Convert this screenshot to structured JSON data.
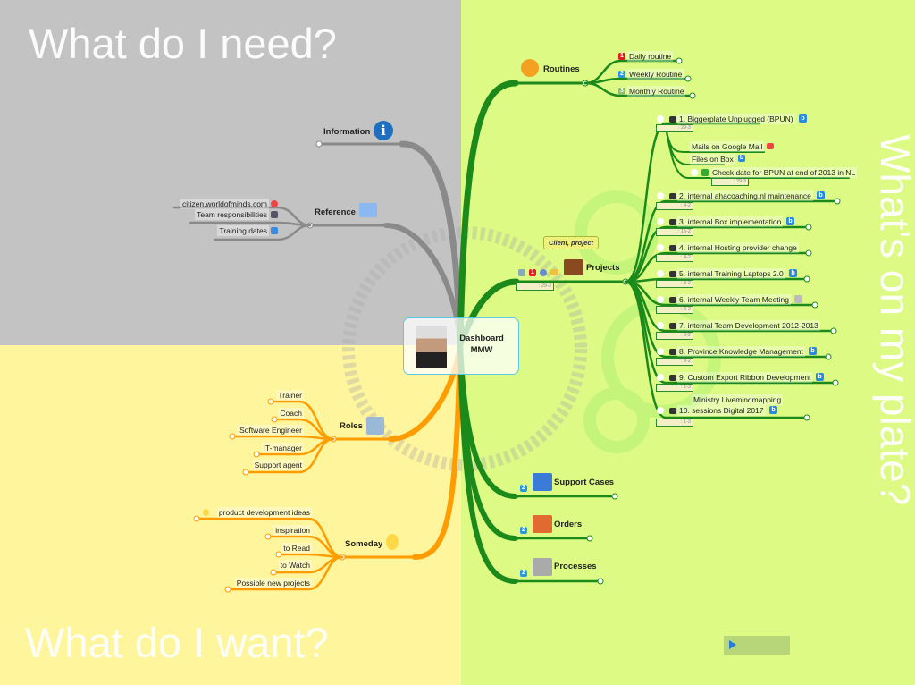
{
  "quadrants": {
    "need": "What do I need?",
    "want": "What do I want?",
    "plate": "What's on my plate?"
  },
  "colors": {
    "need_bg": "#c3c3c3",
    "want_bg": "#fef59c",
    "plate_bg": "#dcfa84",
    "gray_branch": "#8a8a8a",
    "orange_branch": "#ff9c00",
    "green_branch": "#1b8a1b",
    "center_border": "#5cc8e8"
  },
  "center": {
    "title_line1": "Dashboard",
    "title_line2": "MMW"
  },
  "need": {
    "information": {
      "label": "Information",
      "icon": "info-icon"
    },
    "reference": {
      "label": "Reference",
      "icon": "folder-icon",
      "children": [
        {
          "label": "citizen.worldofminds.com",
          "icon": "chrome-icon"
        },
        {
          "label": "Team responsibilities",
          "icon": "document-icon"
        },
        {
          "label": "Training dates",
          "icon": "calendar-icon"
        }
      ]
    }
  },
  "want": {
    "roles": {
      "label": "Roles",
      "icon": "picture-frame-icon",
      "children": [
        {
          "label": "Trainer"
        },
        {
          "label": "Coach"
        },
        {
          "label": "Software Engineer"
        },
        {
          "label": "IT-manager"
        },
        {
          "label": "Support agent"
        }
      ]
    },
    "someday": {
      "label": "Someday",
      "icon": "lightbulb-icon",
      "children": [
        {
          "label": "product development ideas",
          "icon": "lightbulb-icon"
        },
        {
          "label": "inspiration"
        },
        {
          "label": "to Read"
        },
        {
          "label": "to Watch"
        },
        {
          "label": "Possible new projects"
        }
      ]
    }
  },
  "plate": {
    "routines": {
      "label": "Routines",
      "icon": "gear-check-icon",
      "children": [
        {
          "label": "Daily routine",
          "priority": "1",
          "priority_color": "#e02020"
        },
        {
          "label": "Weekly Routine",
          "priority": "2",
          "priority_color": "#2a9ae0"
        },
        {
          "label": "Monthly Routine",
          "priority": "3",
          "priority_color": "#8ac070"
        }
      ]
    },
    "projects": {
      "label": "Projects",
      "icon": "briefcase-icon",
      "callout": "Client, project",
      "priority": "1",
      "date": ": 29-3",
      "children": [
        {
          "label": "1. Biggerplate Unplugged (BPUN)",
          "date": ": 29-3",
          "link": "box-icon",
          "children": [
            {
              "label": "Mails on Google Mail",
              "icon": "gmail-icon"
            },
            {
              "label": "Files on Box",
              "icon": "box-icon"
            },
            {
              "label": "Check date for BPUN at end of 2013 in NL",
              "icon": "checkmark-icon",
              "date": ": 29-3"
            }
          ]
        },
        {
          "label": "2. internal ahacoaching.nl maintenance",
          "date": ": 4-2",
          "link": "box-icon"
        },
        {
          "label": "3. internal Box implementation",
          "date": ": 15-2",
          "link": "box-icon"
        },
        {
          "label": "4. internal Hosting provider change",
          "date": ": 4-2"
        },
        {
          "label": "5. internal Training Laptops 2.0",
          "date": ": 8-2",
          "link": "box-icon"
        },
        {
          "label": "6. internal Weekly Team Meeting",
          "date": ": 8-2",
          "link": "note-icon"
        },
        {
          "label": "7. internal Team Development 2012-2013",
          "date": ": 8-2"
        },
        {
          "label": "8. Province Knowledge Management",
          "date": ": 8-2",
          "link": "box-icon"
        },
        {
          "label": "9. Custom Export Ribbon Development",
          "date": ": 1-3",
          "link": "box-icon"
        },
        {
          "label": "Ministry Livemindmapping",
          "label2": "10. sessions Digital 2017",
          "date": ": 1-3",
          "link": "box-icon"
        }
      ]
    },
    "support": {
      "label": "Support Cases",
      "icon": "mystery-box-icon",
      "priority": "2"
    },
    "orders": {
      "label": "Orders",
      "icon": "boxes-icon",
      "priority": "2"
    },
    "processes": {
      "label": "Processes",
      "icon": "gears-icon",
      "priority": "2"
    }
  }
}
